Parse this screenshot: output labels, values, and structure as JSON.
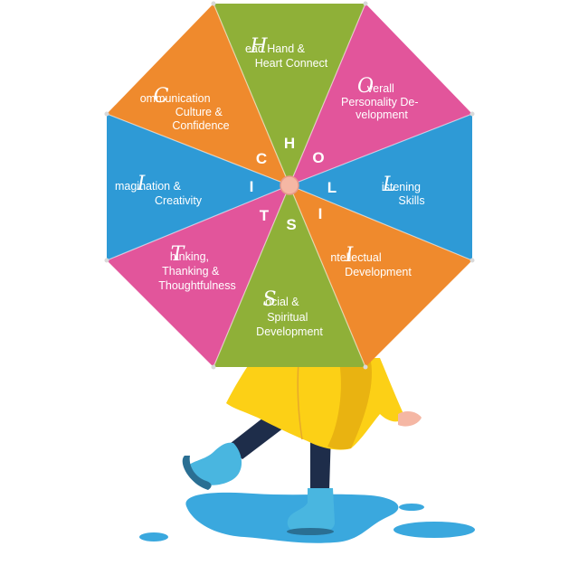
{
  "colors": {
    "green": "#8fb038",
    "pink": "#e2559b",
    "blue": "#2e9ad6",
    "orange": "#ef8a2d",
    "raincoat": "#fcd016",
    "boot": "#49b6e0",
    "puddle": "#3aa8de",
    "hub": "#f5b7a4"
  },
  "segments": [
    {
      "initial": "H",
      "lines": [
        "ead Hand &",
        "Heart Connect"
      ]
    },
    {
      "initial": "O",
      "lines": [
        "verall",
        "Personality De-",
        "velopment"
      ]
    },
    {
      "initial": "L",
      "lines": [
        "istening",
        "Skills"
      ]
    },
    {
      "initial": "I",
      "lines": [
        "ntellectual",
        "Development"
      ]
    },
    {
      "initial": "S",
      "lines": [
        "ocial &",
        "Spiritual",
        "Development"
      ]
    },
    {
      "initial": "T",
      "lines": [
        "hinking,",
        "Thanking &",
        "Thoughtfulness"
      ]
    },
    {
      "initial": "I",
      "lines": [
        "magination &",
        "Creativity"
      ]
    },
    {
      "initial": "C",
      "lines": [
        "ommunication",
        "Culture &",
        "Confidence"
      ]
    }
  ],
  "holistic_letters": [
    "H",
    "O",
    "L",
    "I",
    "S",
    "T",
    "I",
    "C"
  ]
}
